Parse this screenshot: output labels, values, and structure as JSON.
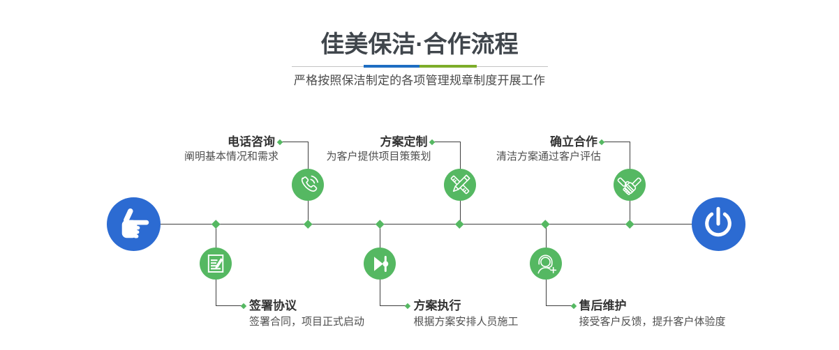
{
  "header": {
    "title": "佳美保洁·合作流程",
    "subtitle": "严格按照保洁制定的各项管理规章制度开展工作"
  },
  "colors": {
    "accent_blue": "#2c6bd2",
    "accent_green": "#55b862",
    "divider_blue": "#1e6ec2",
    "divider_green": "#7dad2a",
    "line": "#3d3d3d",
    "title_text": "#40464c",
    "step_title_text": "#333333",
    "step_desc_text": "#4f4f4f"
  },
  "timeline": {
    "start_icon": "hand-point-right-icon",
    "end_icon": "power-icon"
  },
  "steps": [
    {
      "title": "电话咨询",
      "desc": "阐明基本情况和需求",
      "icon": "phone-icon",
      "position": "top"
    },
    {
      "title": "方案定制",
      "desc": "为客户提供项目策策划",
      "icon": "pencil-ruler-icon",
      "position": "top"
    },
    {
      "title": "确立合作",
      "desc": "清洁方案通过客户评估",
      "icon": "handshake-icon",
      "position": "top"
    },
    {
      "title": "签署协议",
      "desc": "签署合同，项目正式启动",
      "icon": "sign-document-icon",
      "position": "bottom"
    },
    {
      "title": "方案执行",
      "desc": "根据方案安排人员施工",
      "icon": "play-slider-icon",
      "position": "bottom"
    },
    {
      "title": "售后维护",
      "desc": "接受客户反馈，提升客户体验度",
      "icon": "headset-agent-icon",
      "position": "bottom"
    }
  ]
}
